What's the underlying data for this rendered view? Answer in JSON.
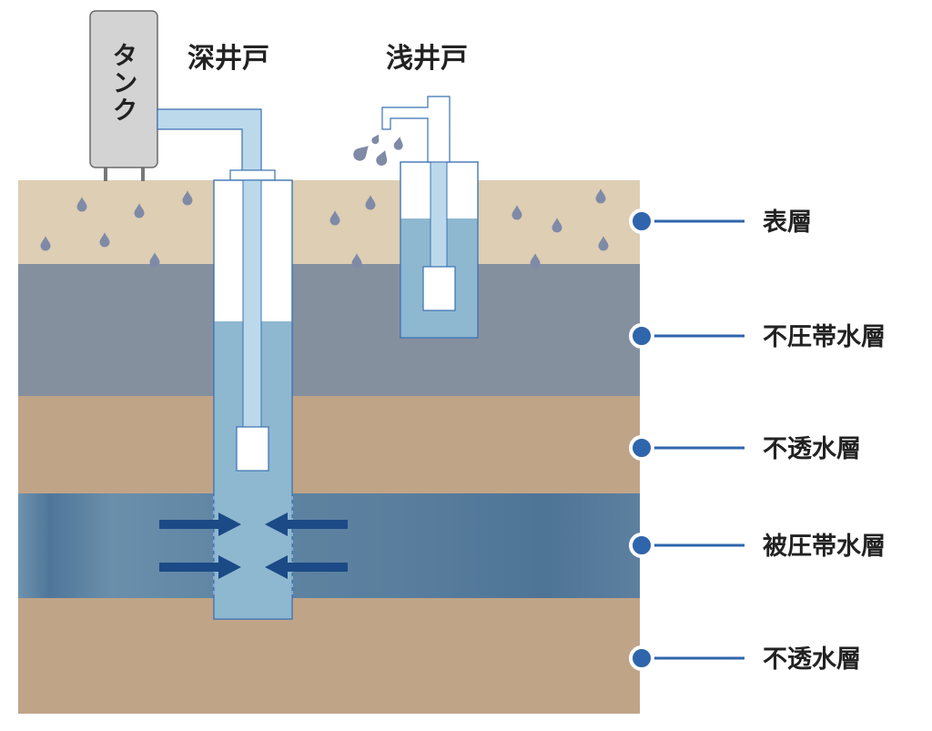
{
  "titles": {
    "deep_well": "深井戸",
    "shallow_well": "浅井戸",
    "tank": "タンク"
  },
  "layers": [
    {
      "label": "表層",
      "color": "#ddceb4"
    },
    {
      "label": "不圧帯水層",
      "color": "#85909f"
    },
    {
      "label": "不透水層",
      "color": "#c0a488"
    },
    {
      "label": "被圧帯水層",
      "color": "#5b7d9b"
    },
    {
      "label": "不透水層",
      "color": "#c0a488"
    }
  ],
  "colors": {
    "pipe_light": "#bcd9ec",
    "pipe_border": "#3a72b2",
    "water": "#8eb7d0",
    "tank": "#d3d3d3",
    "arrow": "#1c4a86",
    "drop": "#7f8aa6",
    "marker": "#2f65ac"
  },
  "icons": {
    "marker": "circle-marker-icon",
    "drop": "water-drop-icon",
    "arrow": "inflow-arrow-icon"
  }
}
